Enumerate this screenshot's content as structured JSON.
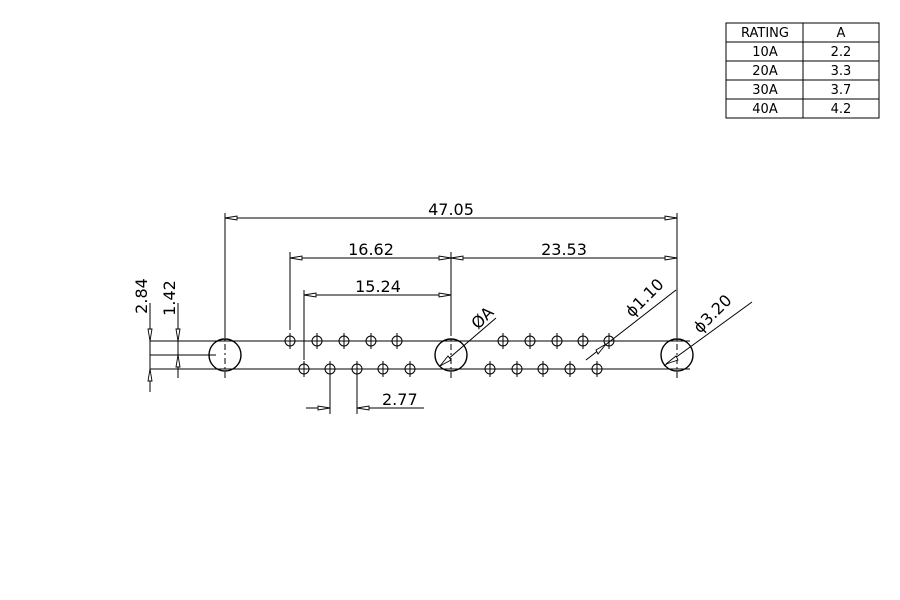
{
  "rating_table": {
    "headers": [
      "RATING",
      "A"
    ],
    "rows": [
      [
        "10A",
        "2.2"
      ],
      [
        "20A",
        "3.3"
      ],
      [
        "30A",
        "3.7"
      ],
      [
        "40A",
        "4.2"
      ]
    ]
  },
  "dimensions": {
    "overall": "47.05",
    "left_span": "16.62",
    "right_span": "23.53",
    "inner_span": "15.24",
    "pitch": "2.77",
    "height_total": "2.84",
    "height_half": "1.42",
    "dia_center": "ØA",
    "dia_small": "ϕ1.10",
    "dia_large": "ϕ3.20"
  },
  "colors": {
    "ink": "#000000",
    "paper": "#ffffff"
  }
}
